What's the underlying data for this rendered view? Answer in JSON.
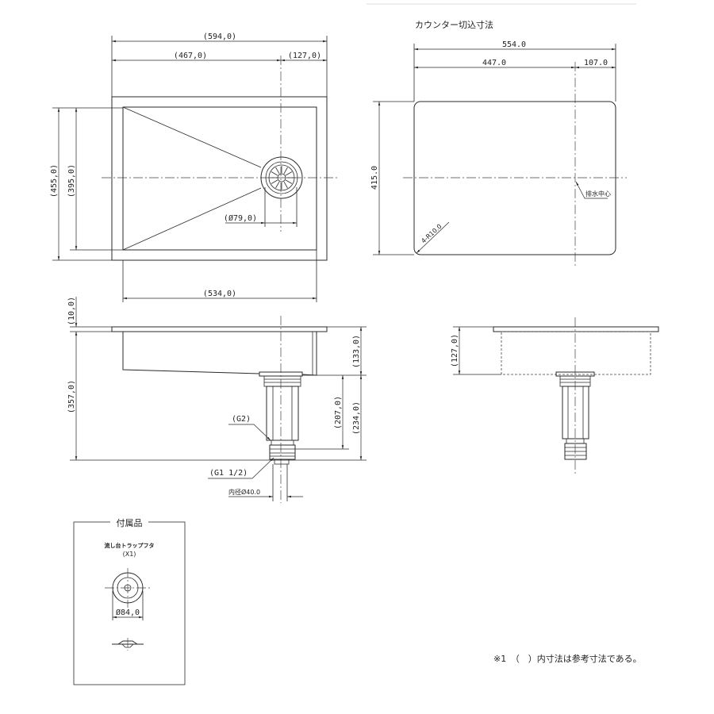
{
  "top_view": {
    "overall_width": "(594,0)",
    "width_left": "(467,0)",
    "width_right": "(127,0)",
    "overall_depth": "(455,0)",
    "inner_depth": "(395,0)",
    "drain_diameter": "(Ø79,0)",
    "inner_width": "(534,0)"
  },
  "cutout": {
    "title": "カウンター切込寸法",
    "width": "554.0",
    "left": "447.0",
    "right": "107.0",
    "depth": "415.0",
    "drain_center": "排水中心",
    "corner_radius": "4-R10.0"
  },
  "side_view": {
    "rim": "(10,0)",
    "basin_depth": "(133,0)",
    "total_height": "(357,0)",
    "trap_length": "(207,0)",
    "trap_total": "(234,0)",
    "thread_g2": "(G2)",
    "thread_g1": "(G1 1/2)",
    "inner_diameter": "内径Ø40.0"
  },
  "front_view": {
    "basin_depth": "(127,0)"
  },
  "accessory": {
    "title": "付属品",
    "item": "流し台トラップフタ",
    "qty": "(X1)",
    "diameter": "Ø84,0"
  },
  "note": "※1　（　）内寸法は参考寸法である。"
}
